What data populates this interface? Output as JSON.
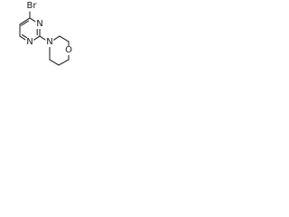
{
  "molecule": {
    "atoms": {
      "bromine": "Br",
      "pyrimidine_n1": "N",
      "pyrimidine_n3": "N",
      "morpholine_n": "N",
      "morpholine_o": "O"
    },
    "colors": {
      "bond": "#2a2a2a",
      "label": "#1b1b1b",
      "background": "#ffffff"
    }
  }
}
